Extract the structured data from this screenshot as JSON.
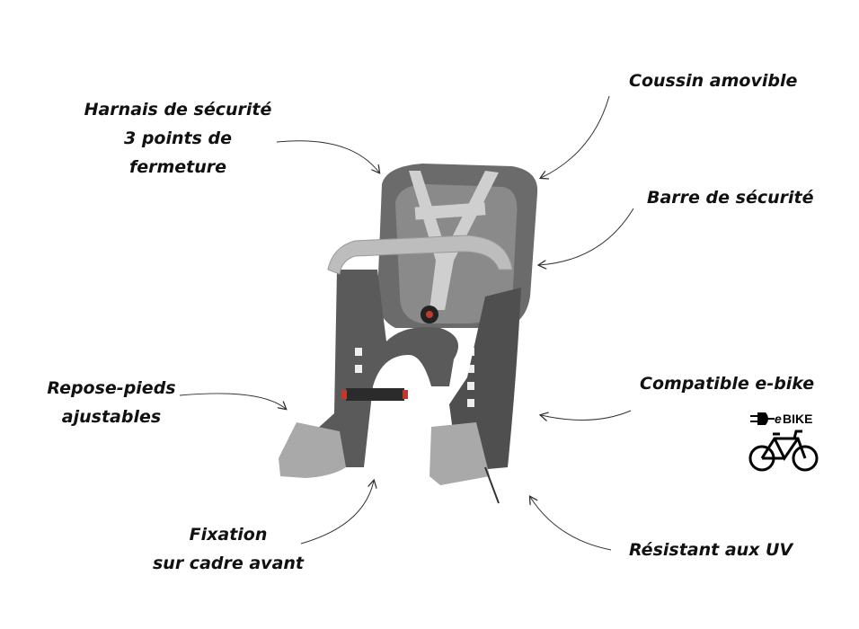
{
  "labels": {
    "harness": [
      "Harnais de sécurité",
      "3 points de",
      "fermeture"
    ],
    "cushion": "Coussin amovible",
    "safety_bar": "Barre de sécurité",
    "footrests": [
      "Repose-pieds",
      "ajustables"
    ],
    "ebike": "Compatible e-bike",
    "mount": [
      "Fixation",
      "sur cadre avant"
    ],
    "uv": "Résistant aux UV"
  },
  "ebike_logo": {
    "text": "BIKE",
    "prefix": "e",
    "icon": "bicycle-plug-icon"
  },
  "colors": {
    "seat": "#6b6b6b",
    "seat_dark": "#4f4f4f",
    "strap": "#cfcfcf",
    "bar": "#bdbdbd",
    "buckle": "#c0392b"
  }
}
